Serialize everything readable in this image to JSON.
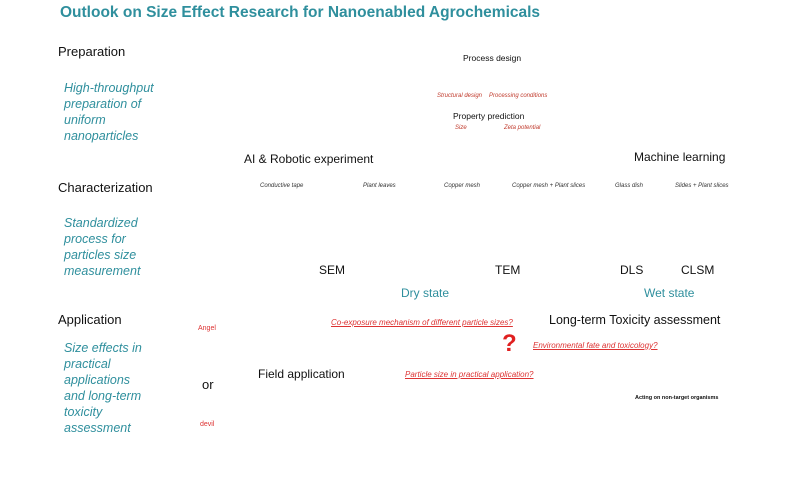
{
  "title": "Outlook on Size Effect Research for Nanoenabled Agrochemicals",
  "preparation": {
    "heading": "Preparation",
    "description_lines": [
      "High-throughput",
      "preparation of",
      "uniform",
      "nanoparticles"
    ],
    "ai_label": "AI & Robotic experiment",
    "process_design": {
      "title": "Process design",
      "left": "Structural design",
      "right": "Processing conditions"
    },
    "property_prediction": {
      "title": "Property prediction",
      "left": "Size",
      "right": "Zeta potential"
    },
    "ml_label": "Machine learning"
  },
  "characterization": {
    "heading": "Characterization",
    "description_lines": [
      "Standardized",
      "process for",
      "particles size",
      "measurement"
    ],
    "tiny_labels": {
      "conductive_tape": "Conductive tape",
      "plant_leaves": "Plant leaves",
      "copper_mesh": "Copper mesh",
      "copper_mesh_plant": "Copper mesh + Plant slices",
      "glass_dish": "Glass dish",
      "slides_plant": "Slides + Plant slices"
    },
    "sem": "SEM",
    "tem": "TEM",
    "dls": "DLS",
    "clsm": "CLSM",
    "dry_state": "Dry state",
    "wet_state": "Wet state"
  },
  "application": {
    "heading": "Application",
    "description_lines": [
      "Size effects in",
      "practical",
      "applications",
      "and long-term",
      "toxicity",
      "assessment"
    ],
    "angel": "Angel",
    "devil": "devil",
    "or": "or",
    "coexposure": "Co-exposure mechanism of different particle sizes?",
    "particle_size_q": "Particle size in practical application?",
    "field_label": "Field application",
    "question_mark": "?",
    "toxicity_title": "Long-term Toxicity assessment",
    "env_fate": "Environmental fate and toxicology?",
    "acting": "Acting on non-target organisms"
  },
  "colors": {
    "teal": "#2f8f9d",
    "red": "#d33333",
    "green": "#5fb84a",
    "pink": "#e05fb5",
    "soil": "#7a4a2a"
  }
}
